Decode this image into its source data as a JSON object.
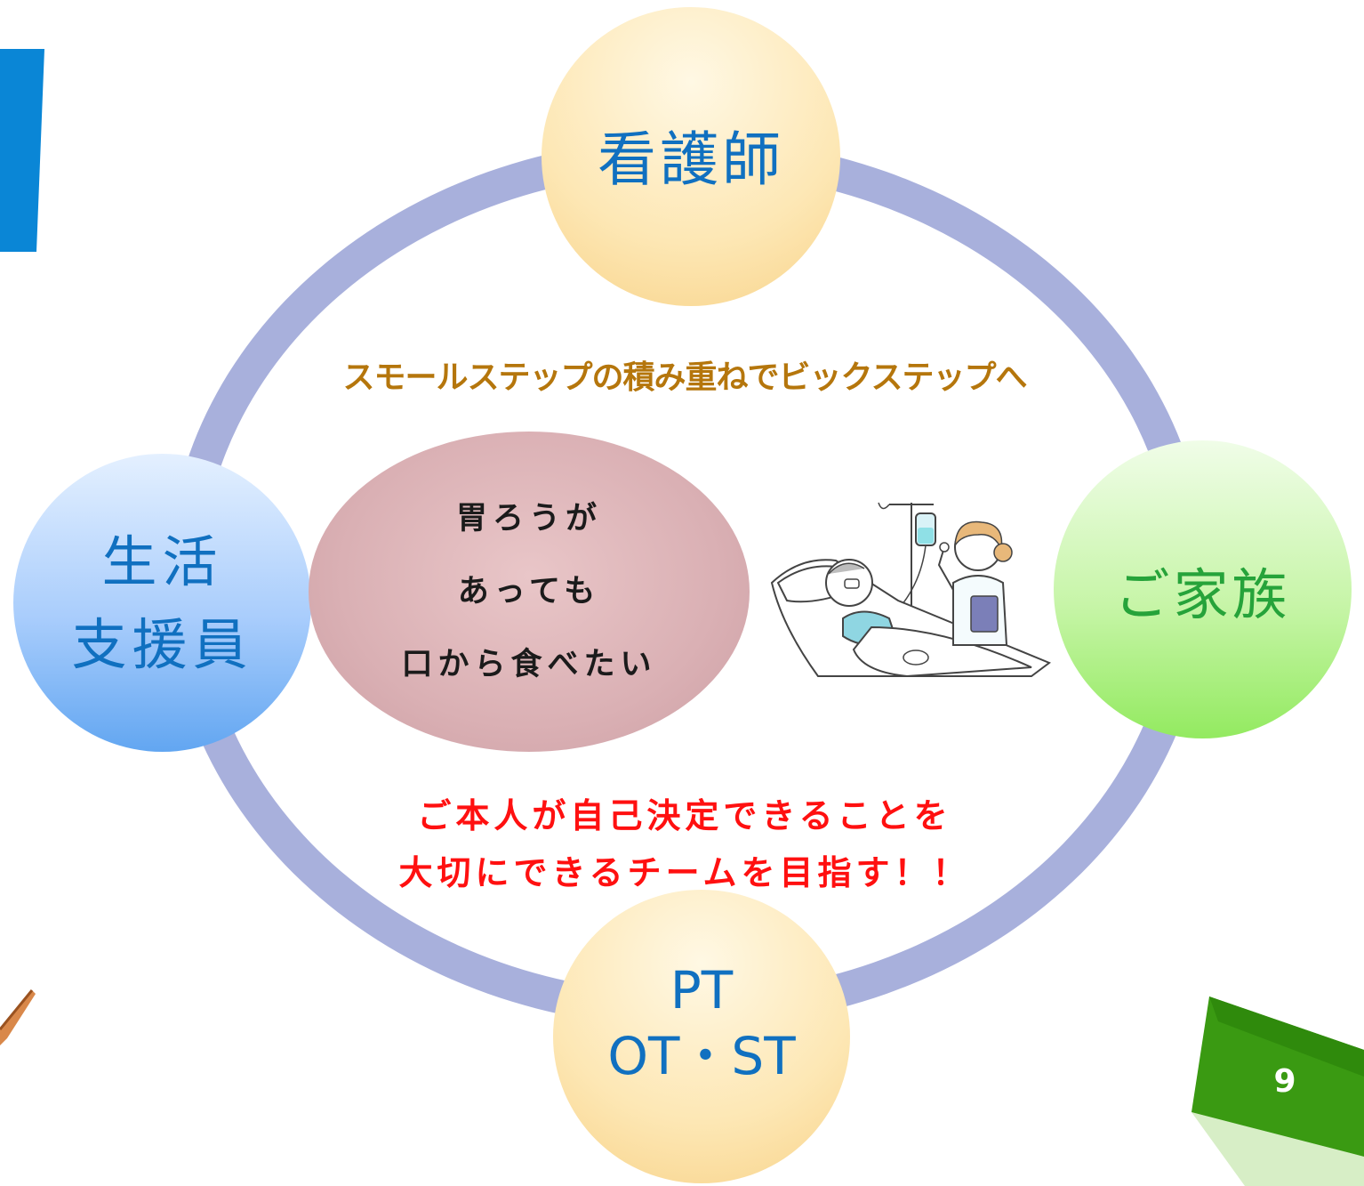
{
  "nodes": {
    "top": "看護師",
    "left_line1": "生活",
    "left_line2": "支援員",
    "right": "ご家族",
    "bottom_line1": "PT",
    "bottom_line2": "OT・ST"
  },
  "step_text": "スモールステップの積み重ねでビックステップへ",
  "oval": {
    "line1": "胃ろうが",
    "line2": "あっても",
    "line3": "口から食べたい"
  },
  "goal": {
    "line1": "ご本人が自己決定できることを",
    "line2": "大切にできるチームを目指す！！"
  },
  "page_number": "9",
  "colors": {
    "ring": "#a8b0dc",
    "accent_blue": "#0a86d6",
    "node_text_blue": "#1070c0",
    "node_text_green": "#26a33a",
    "step_text": "#b5760c",
    "goal_text": "#ff1010",
    "page_tab": "#3a9a12"
  }
}
